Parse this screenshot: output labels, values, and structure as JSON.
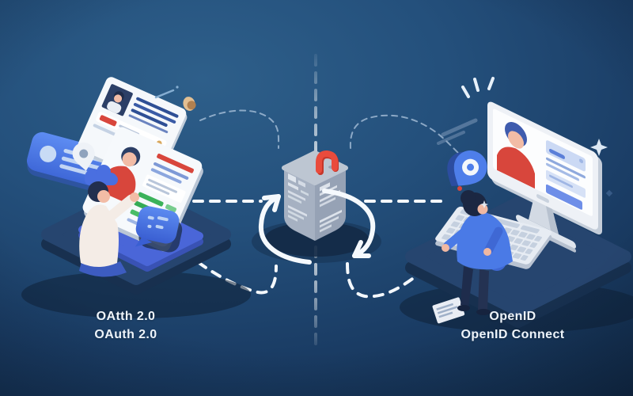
{
  "illustration": {
    "left_caption": {
      "line1": "OAtth 2.0",
      "line2": "OAuth 2.0"
    },
    "right_caption": {
      "line1": "OpenID",
      "line2": "OpenID Connect"
    },
    "colors": {
      "background_light": "#2e5f8a",
      "background_dark": "#0d2138",
      "accent_blue": "#4a7ae6",
      "accent_red": "#d8463c",
      "accent_green": "#3bb25a",
      "server_gray": "#a6b1c2",
      "platform_navy": "#26456f",
      "connector_white": "#f4f8fc",
      "coin_gold": "#d9a95f",
      "skin_tone": "#f2bca6"
    },
    "icons": [
      "notification-toast",
      "profile-card",
      "location-pin-icon",
      "cloud-icon",
      "chat-bubble-icon",
      "coin-icon",
      "add-user-icon",
      "server-icon",
      "sync-arrows-icon",
      "shield-pin-icon",
      "monitor-icon",
      "keyboard-icon",
      "star-icon",
      "sparkle-icon",
      "divider-dashed-line"
    ]
  }
}
